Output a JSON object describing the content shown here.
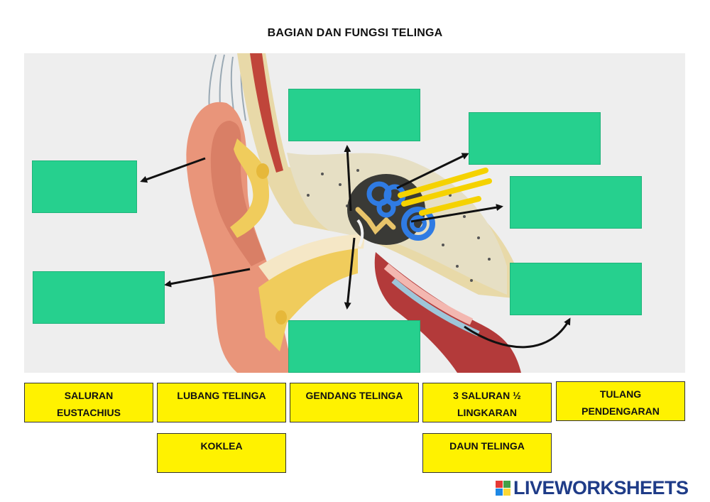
{
  "header": {
    "title": "BAGIAN DAN FUNGSI TELINGA"
  },
  "drop_targets": [
    "",
    "",
    "",
    "",
    "",
    "",
    "",
    ""
  ],
  "cards": {
    "saluran_eustachius": "SALURAN\nEUSTACHIUS",
    "lubang_telinga": "LUBANG TELINGA",
    "gendang_telinga": "GENDANG TELINGA",
    "saluran_setengah": "3 SALURAN ½\nLINGKARAN",
    "tulang_pendengaran": "TULANG\nPENDENGARAN",
    "koklea": "KOKLEA",
    "daun_telinga": "DAUN TELINGA"
  },
  "brand": {
    "name": "LIVEWORKSHEETS",
    "colors": [
      "#e53935",
      "#43a047",
      "#1e88e5",
      "#fdd835"
    ]
  },
  "colors": {
    "drop": "#26d08e",
    "card": "#fff200"
  }
}
